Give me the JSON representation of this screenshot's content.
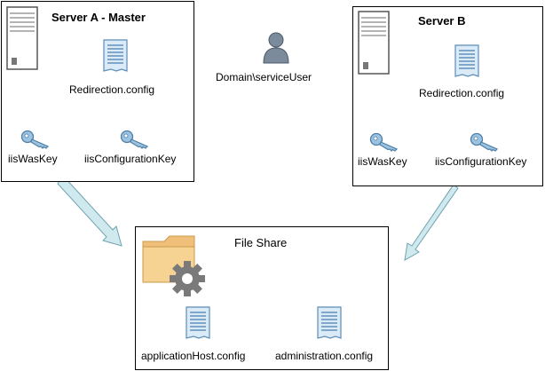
{
  "server_a": {
    "title": "Server A - Master",
    "config_file": "Redirection.config",
    "key_1": "iisWasKey",
    "key_2": "iisConfigurationKey"
  },
  "server_b": {
    "title": "Server B",
    "config_file": "Redirection.config",
    "key_1": "iisWasKey",
    "key_2": "iisConfigurationKey"
  },
  "service_user": {
    "label": "Domain\\serviceUser"
  },
  "file_share": {
    "title": "File Share",
    "file_1": "applicationHost.config",
    "file_2": "administration.config"
  },
  "icons": {
    "server": "server-tower-icon",
    "document": "document-icon",
    "key": "key-icon",
    "user": "user-icon",
    "shared_folder": "folder-gear-icon"
  },
  "colors": {
    "key_blue": "#7aa8c8",
    "arrow_fill": "#cfe9ef",
    "arrow_stroke": "#6fa3b0",
    "folder": "#f0c07a",
    "gear": "#7a7a7a",
    "user": "#6f7f90"
  }
}
